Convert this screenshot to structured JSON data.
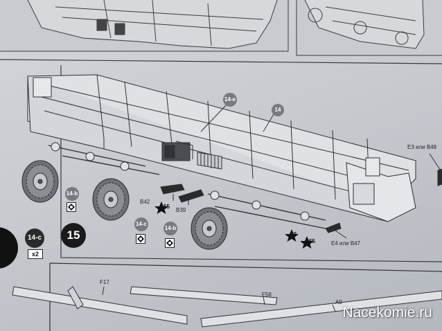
{
  "step": {
    "number": "15",
    "part_ref": "14-c",
    "quantity": "x2"
  },
  "callouts": {
    "main_part": "14",
    "cab_part": "14-e",
    "wheel_a": "14-b",
    "wheel_b": "14-c",
    "wheel_c": "14-b"
  },
  "parts": {
    "b42": "B42",
    "b39": "B39",
    "e3_b48": "E3 или B48",
    "e4_b47": "E4 или B47",
    "f17": "F17",
    "f58": "F58",
    "a9": "A9"
  },
  "glue": {
    "star_1": "55",
    "star_2": "5",
    "star_3": "55"
  },
  "watermark": "Nacekomie.ru",
  "colors": {
    "paper": "#cfd2d6",
    "ink": "#2b2b2b",
    "callout_grey": "#777a80",
    "step_black": "#1a1a1a",
    "watermark": "#ffffff"
  }
}
